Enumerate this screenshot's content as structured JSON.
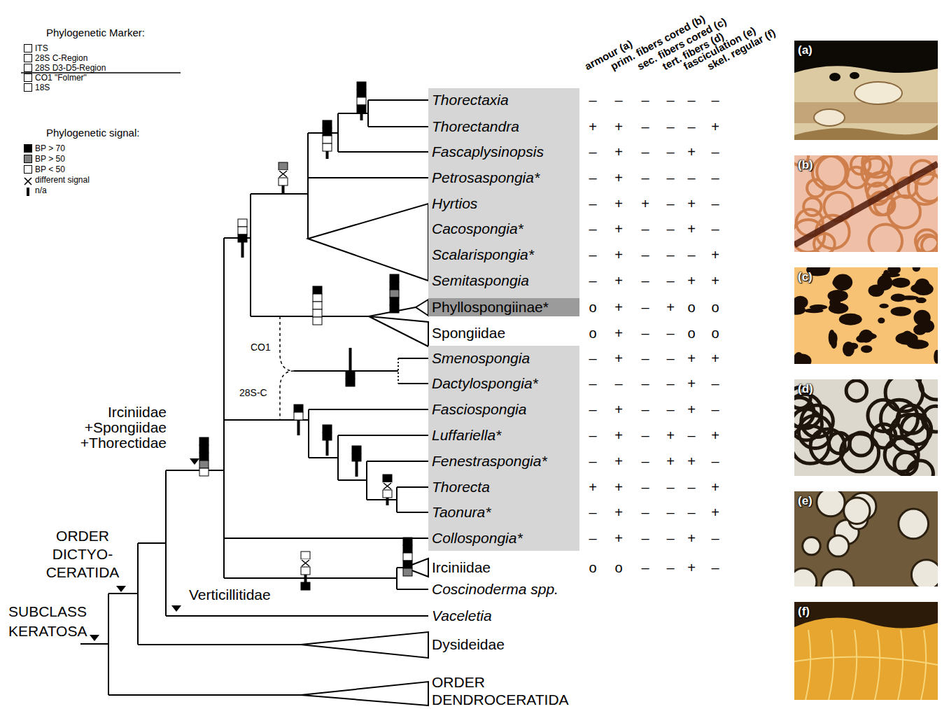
{
  "diagram": {
    "nodes": [
      {
        "text": [
          "Thorectaxia",
          "Thorectandra",
          "Fascaplysinopsis",
          "Petrosaspongia*",
          "Hyrtios",
          "Cacospongia*",
          "Scalarispongia*",
          "Semitaspongia"
        ]
      },
      {
        "text": [
          "Phyllospongiinae*"
        ]
      },
      {
        "text": [
          "Smenospongia",
          "Dactylospongia*",
          "Fasciospongia",
          "Luffariella*",
          "Fenestraspongia*",
          "Thorecta",
          "Taonura*",
          "Collospongia*"
        ]
      }
    ],
    "labels": [
      "Phylogenetic Marker:",
      "Phylogenetic signal:",
      "Irciniidae +Spongiidae +Thorectidae",
      "ORDER DICTYO- CERATIDA",
      "SUBCLASS KERATOSA",
      "Verticillitidae",
      "CO1",
      "28S-C",
      "Spongiidae",
      "Irciniidae",
      "Coscinoderma spp.",
      "Vaceletia",
      "Dysideidae",
      "ORDER DENDROCERATIDA",
      "(a)",
      "(b)",
      "(c)",
      "(d)",
      "(e)",
      "(f)",
      "armour (a)",
      "prim. fibers cored (b)",
      "sec. fibers cored (c)",
      "tert. fibers (d)",
      "fasciculation (e)",
      "skel. regular (f)",
      "–",
      "–",
      "–",
      "–",
      "–",
      "–",
      "+",
      "+",
      "–",
      "–",
      "–",
      "+",
      "–",
      "+",
      "–",
      "–",
      "+",
      "–",
      "–",
      "+",
      "–",
      "–",
      "–",
      "–",
      "–",
      "+",
      "+",
      "–",
      "+",
      "–",
      "–",
      "+",
      "–",
      "–",
      "+",
      "–",
      "–",
      "+",
      "–",
      "–",
      "–",
      "+",
      "–",
      "+",
      "–",
      "–",
      "+",
      "+",
      "o",
      "+",
      "–",
      "+",
      "o",
      "o",
      "o",
      "+",
      "–",
      "–",
      "o",
      "o",
      "–",
      "+",
      "–",
      "–",
      "+",
      "+",
      "–",
      "–",
      "–",
      "–",
      "+",
      "–",
      "–",
      "+",
      "–",
      "–",
      "+",
      "–",
      "–",
      "+",
      "–",
      "+",
      "–",
      "+",
      "–",
      "+",
      "–",
      "+",
      "+",
      "–",
      "+",
      "+",
      "–",
      "–",
      "–",
      "+",
      "–",
      "+",
      "–",
      "–",
      "–",
      "+",
      "–",
      "+",
      "–",
      "–",
      "+",
      "–",
      "o",
      "o",
      "–",
      "–",
      "+",
      "–"
    ],
    "legend": [
      {
        "text": "ITS"
      },
      {
        "text": "28S C-Region"
      },
      {
        "text": "28S D3-D5-Region"
      },
      {
        "text": "CO1 \"Folmer\""
      },
      {
        "text": "18S"
      },
      {
        "text": "BP > 70",
        "color": "#000000"
      },
      {
        "text": "BP > 50",
        "color": "#808080"
      },
      {
        "text": "BP < 50",
        "color": "#ffffff"
      },
      {
        "text": "different signal"
      },
      {
        "text": "n/a"
      }
    ]
  }
}
